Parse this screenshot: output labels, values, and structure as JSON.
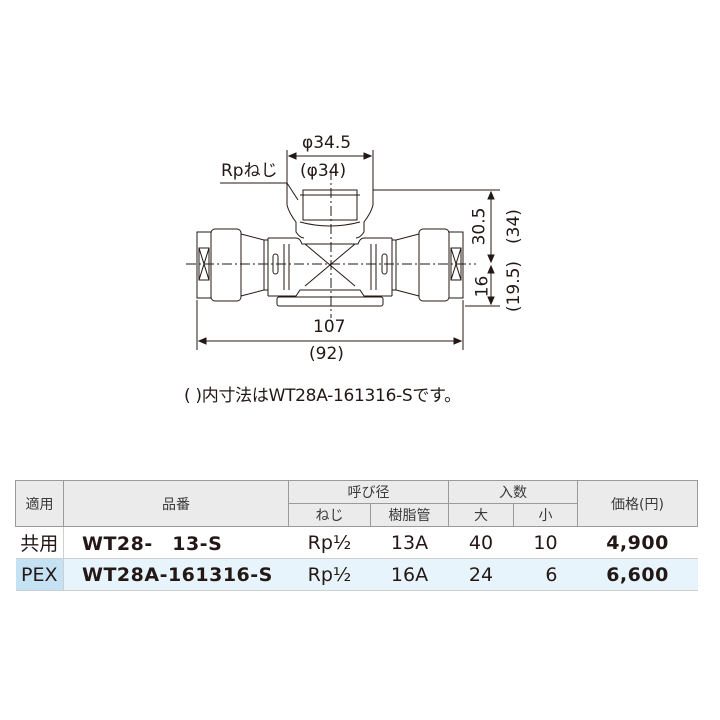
{
  "drawing": {
    "label_thread": "Rpねじ",
    "dim_top_outer": "φ34.5",
    "dim_top_inner": "(φ34)",
    "dim_height_upper": "30.5",
    "dim_height_upper_alt": "(34)",
    "dim_height_lower": "16",
    "dim_height_lower_alt": "(19.5)",
    "dim_length": "107",
    "dim_length_alt": "(92)",
    "line_color": "#231815"
  },
  "note": "(  )内寸法はWT28A-161316-Sです。",
  "table": {
    "headers": {
      "application": "適用",
      "part_number": "品番",
      "nominal_diameter": "呼び径",
      "thread": "ねじ",
      "resin_pipe": "樹脂管",
      "quantity": "入数",
      "large": "大",
      "small": "小",
      "price": "価格(円)"
    },
    "rows": [
      {
        "application": "共用",
        "part_number": "WT28-　13-S",
        "thread": "Rp½",
        "resin_pipe": "13A",
        "large": "40",
        "small": "10",
        "price": "4,900"
      },
      {
        "application": "PEX",
        "part_number": "WT28A-161316-S",
        "thread": "Rp½",
        "resin_pipe": "16A",
        "large": "24",
        "small": "6",
        "price": "6,600"
      }
    ],
    "colors": {
      "header_bg": "#ebebeb",
      "pex_row_bg": "#e8f4fb",
      "pex_cell_bg": "#c5e2f4",
      "border": "#9a9a9a"
    }
  }
}
